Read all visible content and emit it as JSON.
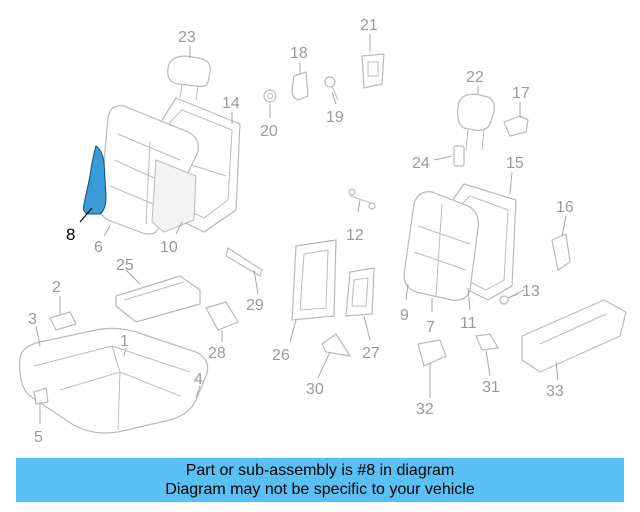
{
  "diagram": {
    "highlighted_part": "8",
    "callouts": [
      "1",
      "2",
      "3",
      "4",
      "5",
      "6",
      "7",
      "8",
      "9",
      "10",
      "11",
      "12",
      "13",
      "14",
      "15",
      "16",
      "17",
      "18",
      "19",
      "20",
      "21",
      "22",
      "23",
      "24",
      "25",
      "26",
      "27",
      "28",
      "29",
      "30",
      "31",
      "32",
      "33"
    ]
  },
  "banner": {
    "line1": "Part or sub-assembly is #8 in diagram",
    "line2": "Diagram may not be specific to your vehicle"
  },
  "colors": {
    "highlight_part": "#3a9bd8",
    "banner_background": "#58c0f2",
    "part_outline": "#b9b9b9",
    "callout_text": "#9a9a9a"
  }
}
